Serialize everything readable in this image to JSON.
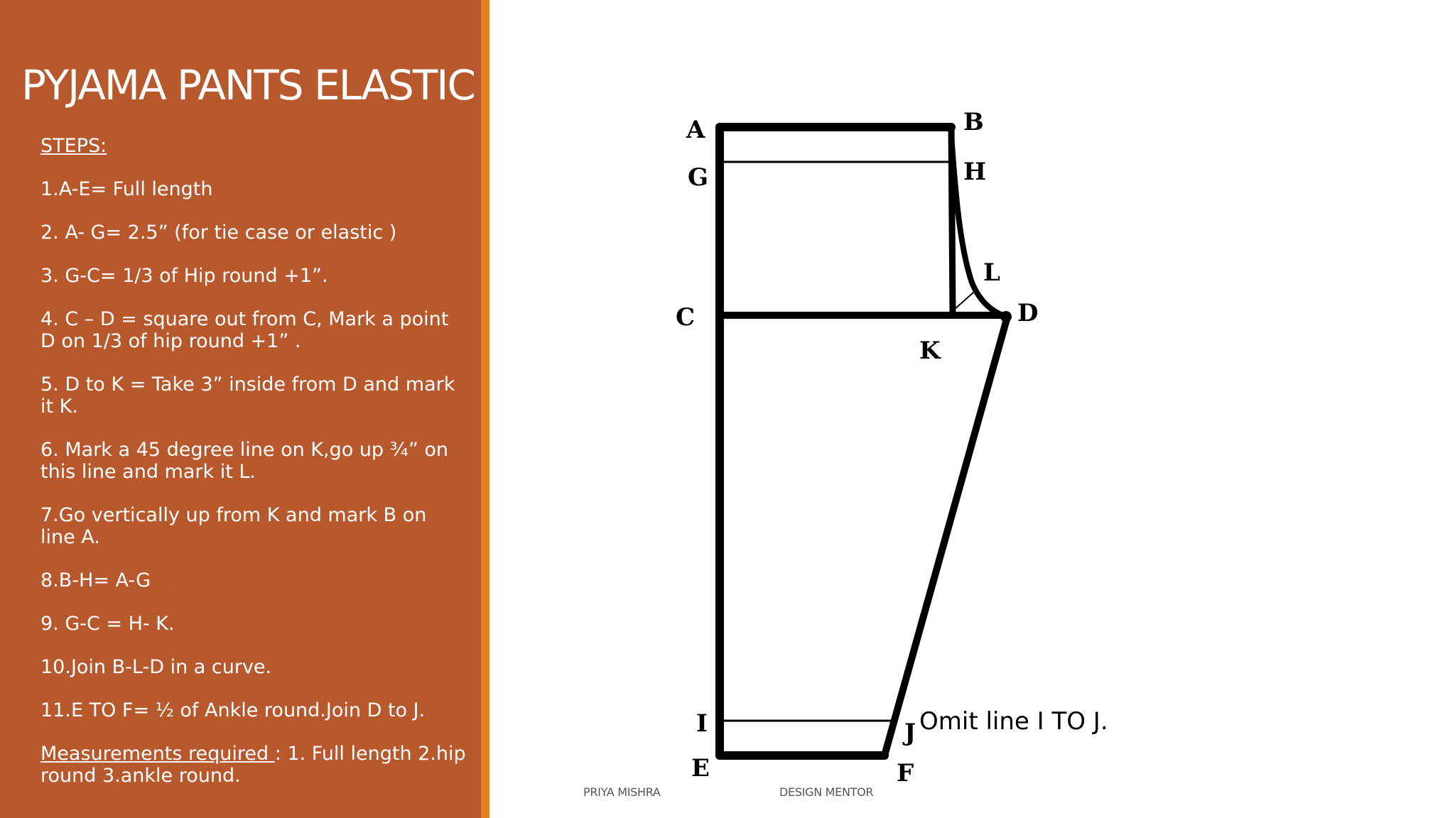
{
  "slide": {
    "title": "PYJAMA PANTS ELASTIC",
    "steps_heading": "STEPS:",
    "steps": [
      "1.A-E= Full length",
      "2. A- G= 2.5” (for tie case or elastic )",
      "3. G-C= 1/3 of Hip round +1”.",
      "4. C – D =  square out from C, Mark a point D on 1/3 of hip round +1” .",
      "5. D to K = Take 3” inside from D and mark it K.",
      "6. Mark a 45 degree line on K,go up ¾” on this line and mark it L.",
      "7.Go vertically up from K and mark B on line A.",
      "8.B-H= A-G",
      "9. G-C = H- K.",
      "10.Join B-L-D in a curve.",
      "11.E TO F= ½ of Ankle round.Join D to J."
    ],
    "measurements_label": "Measurements required ",
    "measurements_text": ": 1. Full length 2.hip round 3.ankle round."
  },
  "diagram": {
    "labels": {
      "A": "A",
      "B": "B",
      "G": "G",
      "H": "H",
      "L": "L",
      "C": "C",
      "D": "D",
      "K": "K",
      "I": "I",
      "J": "J",
      "E": "E",
      "F": "F"
    },
    "note": "Omit line I TO J."
  },
  "footer": {
    "author": "PRIYA MISHRA",
    "role": "DESIGN MENTOR"
  },
  "colors": {
    "panel": "#B8582D",
    "accent": "#E4811F",
    "text": "#FFFFFF"
  }
}
